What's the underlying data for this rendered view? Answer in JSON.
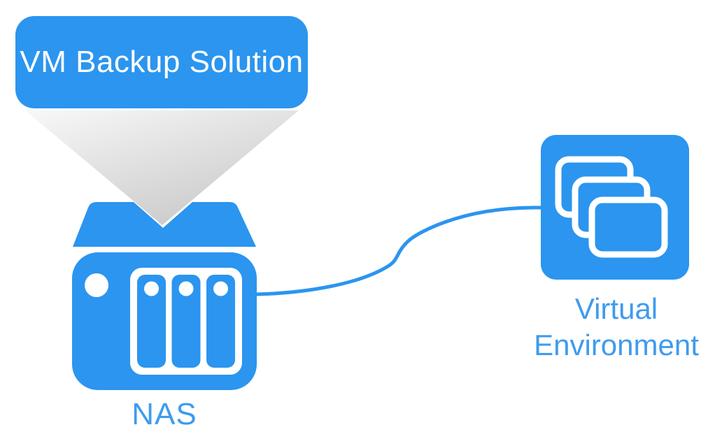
{
  "diagram": {
    "title_box": {
      "label": "VM Backup Solution"
    },
    "nodes": {
      "nas": {
        "label": "NAS",
        "icon": "nas-storage-icon",
        "drive_bays": 3
      },
      "virtual_environment": {
        "label": "Virtual Environment",
        "label_lines": [
          "Virtual",
          "Environment"
        ],
        "icon": "vm-windows-stack-icon",
        "window_count": 3
      }
    },
    "connections": [
      {
        "from": "vm-backup-solution-box",
        "to": "nas",
        "type": "funnel-arrow"
      },
      {
        "from": "nas",
        "to": "virtual-environment",
        "type": "curved-connector"
      }
    ],
    "colors": {
      "accent": "#2B95EF",
      "label_text": "#3F9BED",
      "box_text": "#FFFFFF",
      "icon_detail": "#FFFFFF",
      "connector": "#2B95EF",
      "funnel_gradient_start": "#F8F8F8",
      "funnel_gradient_end": "#CACACA",
      "background": "#FFFFFF"
    }
  }
}
